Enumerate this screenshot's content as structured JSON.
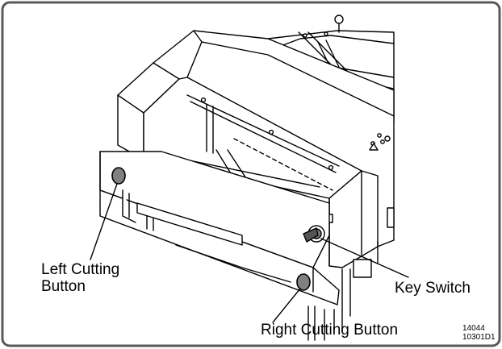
{
  "callouts": {
    "left_cutting_button": [
      "Left Cutting",
      "Button"
    ],
    "key_switch": "Key Switch",
    "right_cutting_button": "Right Cutting Button"
  },
  "figure_id": [
    "14044",
    "10301D1"
  ],
  "colors": {
    "line": "#000000",
    "frame": "#5a5a5a",
    "fill": "#ffffff",
    "button_fill": "#808080"
  }
}
